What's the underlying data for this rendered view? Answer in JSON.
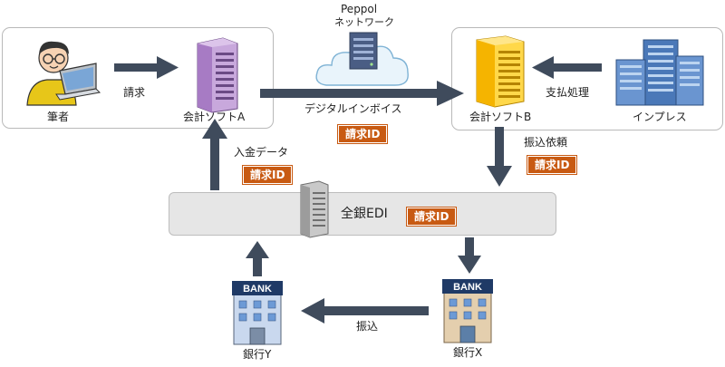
{
  "nodes": {
    "writer": "筆者",
    "soft_a": "会計ソフトA",
    "soft_b": "会計ソフトB",
    "impress": "インプレス",
    "peppol_line1": "Peppol",
    "peppol_line2": "ネットワーク",
    "zengin_edi": "全銀EDI",
    "bank_y": "銀行Y",
    "bank_x": "銀行X",
    "bank_sign": "BANK"
  },
  "flows": {
    "invoice": "請求",
    "digital_invoice": "デジタルインボイス",
    "payment_process": "支払処理",
    "transfer_request": "振込依頼",
    "deposit_data": "入金データ",
    "transfer": "振込"
  },
  "tags": {
    "invoice_id": "請求ID"
  },
  "colors": {
    "arrow": "#3f4b5c",
    "tag": "#c85a12",
    "server_a": "#a77bc4",
    "server_b": "#f5b400",
    "building_blue": "#4a78b8",
    "bank_sign": "#1f3a66"
  }
}
